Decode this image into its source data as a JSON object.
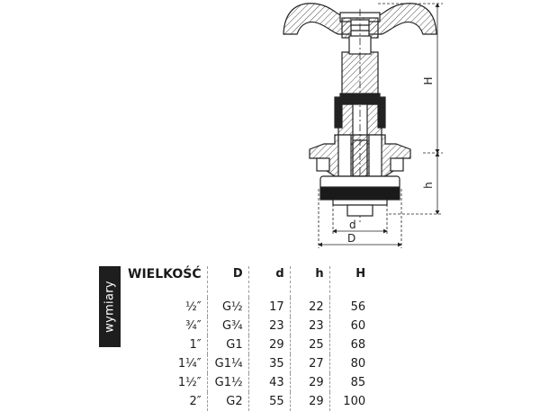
{
  "drawing": {
    "dimension_labels": {
      "H": "H",
      "h": "h",
      "d": "d",
      "D": "D"
    }
  },
  "table": {
    "side_label": "wymiary",
    "headers": [
      "WIELKOŚĆ",
      "D",
      "d",
      "h",
      "H"
    ],
    "rows": [
      [
        "½″",
        "G½",
        "17",
        "22",
        "56"
      ],
      [
        "¾″",
        "G¾",
        "23",
        "23",
        "60"
      ],
      [
        "1″",
        "G1",
        "29",
        "25",
        "68"
      ],
      [
        "1¼″",
        "G1¼",
        "35",
        "27",
        "80"
      ],
      [
        "1½″",
        "G1½",
        "43",
        "29",
        "85"
      ],
      [
        "2″",
        "G2",
        "55",
        "29",
        "100"
      ]
    ]
  }
}
